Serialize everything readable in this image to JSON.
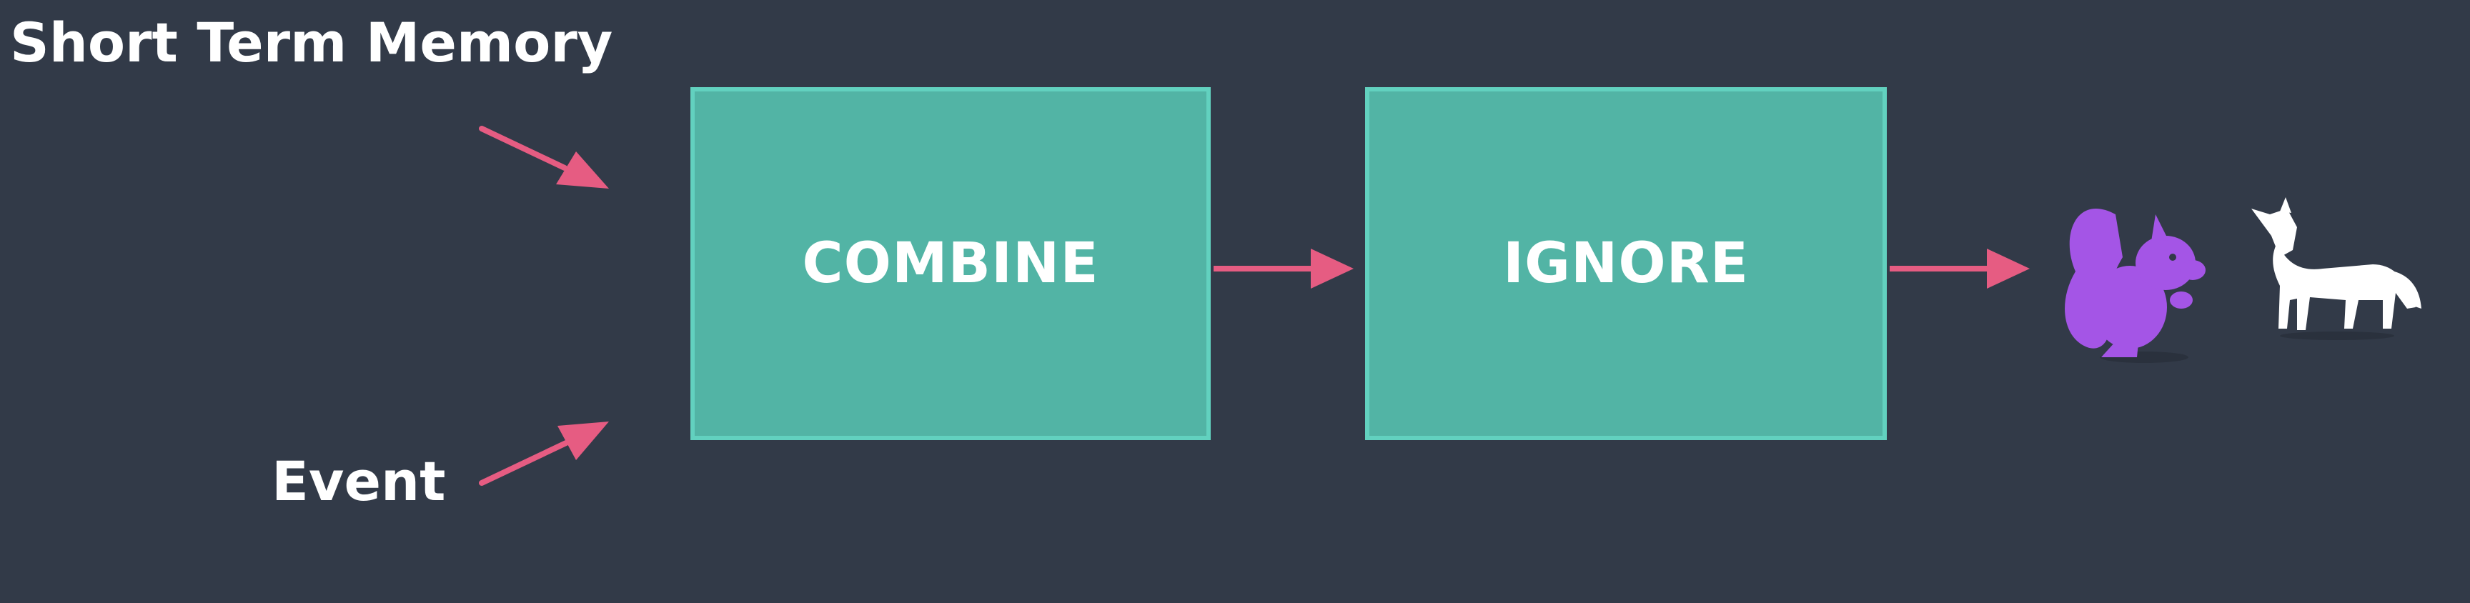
{
  "inputs": {
    "short_term_memory": "Short Term Memory",
    "event": "Event"
  },
  "boxes": {
    "combine": "COMBINE",
    "ignore": "IGNORE"
  },
  "outputs": [
    {
      "icon": "squirrel-icon",
      "color": "#a455e6"
    },
    {
      "icon": "wolf-icon",
      "color": "#ffffff"
    }
  ],
  "colors": {
    "background": "#323a48",
    "box_fill": "#52b4a5",
    "box_border": "#62d1bf",
    "arrow": "#e65c82"
  }
}
